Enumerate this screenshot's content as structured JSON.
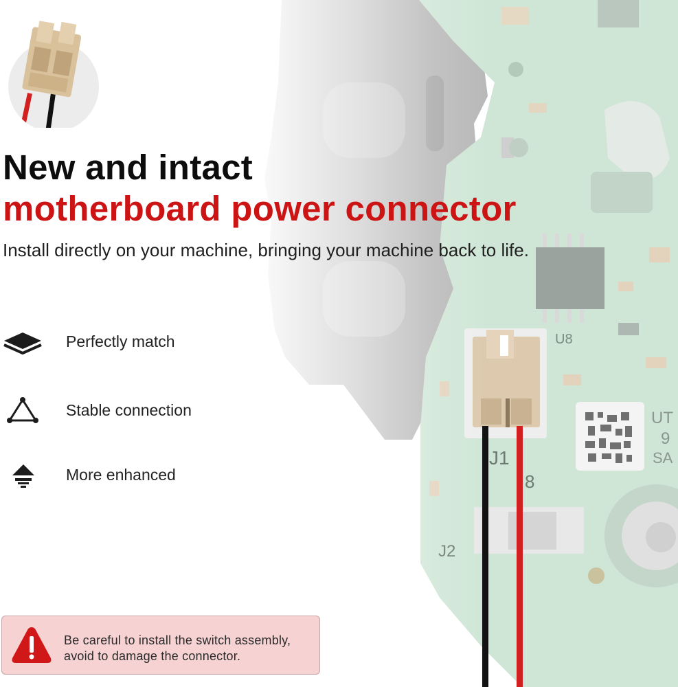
{
  "heading": {
    "line1": "New and intact",
    "line2": "motherboard power connector",
    "subtitle": "Install directly on your machine, bringing your machine back to life."
  },
  "features": [
    {
      "label": "Perfectly match",
      "icon": "layers-icon"
    },
    {
      "label": "Stable connection",
      "icon": "triangle-nodes-icon"
    },
    {
      "label": "More enhanced",
      "icon": "upgrade-arrow-icon"
    }
  ],
  "warning": {
    "line1": "Be careful to install the switch assembly,",
    "line2": "avoid to damage the connector.",
    "icon": "warning-icon"
  },
  "board_markings": {
    "u8": "U8",
    "j1": "J1",
    "j2": "J2",
    "pin": "8",
    "chip_code_1": "UT",
    "chip_code_2": "9",
    "chip_code_3": "SA"
  },
  "colors": {
    "title_dark": "#0d0d0d",
    "title_red": "#cc1414",
    "pcb_green": "#cfe6d6",
    "wire_red": "#d21f1f",
    "wire_black": "#111111",
    "warning_bg": "#f7d2d2",
    "warning_icon": "#d01818"
  }
}
